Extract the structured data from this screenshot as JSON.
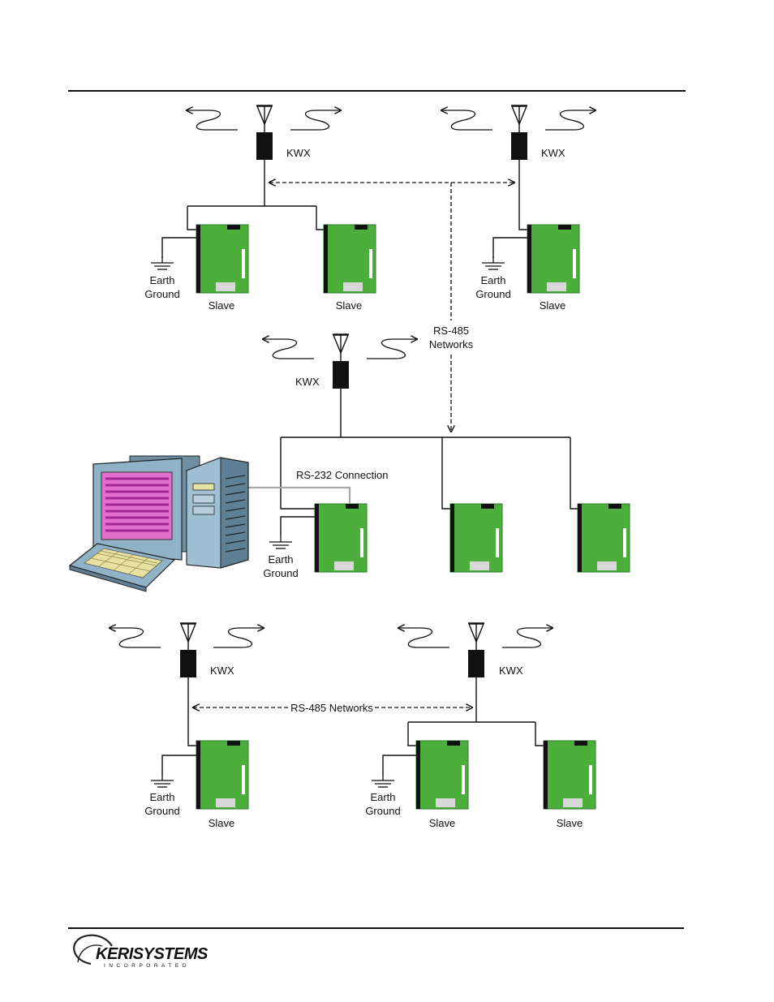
{
  "diagram": {
    "kwx_label": "KWX",
    "slave_label": "Slave",
    "earth_line1": "Earth",
    "earth_line2": "Ground",
    "rs485_line1": "RS-485",
    "rs485_line2": "Networks",
    "rs485_inline": "RS-485 Networks",
    "rs232_label": "RS-232 Connection"
  },
  "footer": {
    "logo_main": "KERISYSTEMS",
    "logo_sub": "INCORPORATED"
  },
  "colors": {
    "board_green": "#4caf3c",
    "board_edge": "#2e7d2a",
    "monitor_screen": "#e070c8",
    "keyboard_keys": "#e8e2a0",
    "computer_body": "#7f9fb4"
  }
}
